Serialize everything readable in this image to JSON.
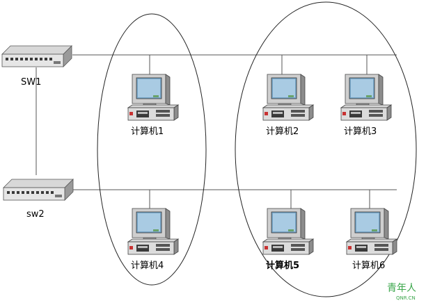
{
  "switches": [
    {
      "id": "sw1",
      "label": "SW1"
    },
    {
      "id": "sw2",
      "label": "sw2"
    }
  ],
  "computers": [
    {
      "id": "pc1",
      "label": "计算机1"
    },
    {
      "id": "pc2",
      "label": "计算机2"
    },
    {
      "id": "pc3",
      "label": "计算机3"
    },
    {
      "id": "pc4",
      "label": "计算机4"
    },
    {
      "id": "pc5",
      "label": "计算机5"
    },
    {
      "id": "pc6",
      "label": "计算机6"
    }
  ],
  "watermark": {
    "main": "青年人",
    "sub": "QNR.CN",
    "color": "#3aa64a"
  }
}
